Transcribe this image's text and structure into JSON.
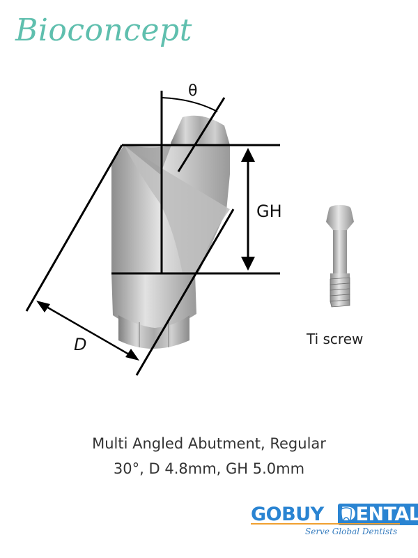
{
  "brand": {
    "name": "Bioconcept"
  },
  "diagram": {
    "theta_label": "θ",
    "gh_label": "GH",
    "d_label": "D",
    "screw_label": "Ti screw"
  },
  "caption": {
    "line1": "Multi Angled Abutment, Regular",
    "line2": "30°, D 4.8mm, GH 5.0mm"
  },
  "logo": {
    "go": "GO",
    "buy": "BUY",
    "dental": "DENTAL",
    "tagline": "Serve Global Dentists"
  },
  "colors": {
    "brand": "#5fbfae",
    "logo_blue": "#2a84d2",
    "logo_accent": "#f0a030"
  }
}
